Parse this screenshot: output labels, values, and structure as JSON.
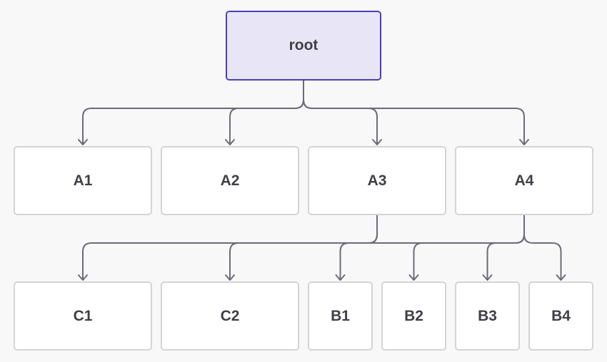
{
  "diagram": {
    "type": "tree",
    "colors": {
      "background": "#f8f8f8",
      "node_fill": "#ffffff",
      "node_border": "#d4d4d4",
      "root_fill": "#e8e6f6",
      "root_border": "#4a3fb8",
      "edge": "#6b6b76",
      "text": "#3f3f46"
    },
    "nodes": {
      "root": {
        "label": "root"
      },
      "a1": {
        "label": "A1"
      },
      "a2": {
        "label": "A2"
      },
      "a3": {
        "label": "A3"
      },
      "a4": {
        "label": "A4"
      },
      "c1": {
        "label": "C1"
      },
      "c2": {
        "label": "C2"
      },
      "b1": {
        "label": "B1"
      },
      "b2": {
        "label": "B2"
      },
      "b3": {
        "label": "B3"
      },
      "b4": {
        "label": "B4"
      }
    },
    "edges": [
      {
        "from": "root",
        "to": "a1"
      },
      {
        "from": "root",
        "to": "a2"
      },
      {
        "from": "root",
        "to": "a3"
      },
      {
        "from": "root",
        "to": "a4"
      },
      {
        "from": "a3",
        "to": "c1"
      },
      {
        "from": "a3",
        "to": "c2"
      },
      {
        "from": "a4",
        "to": "b1"
      },
      {
        "from": "a4",
        "to": "b2"
      },
      {
        "from": "a4",
        "to": "b3"
      },
      {
        "from": "a4",
        "to": "b4"
      }
    ]
  }
}
